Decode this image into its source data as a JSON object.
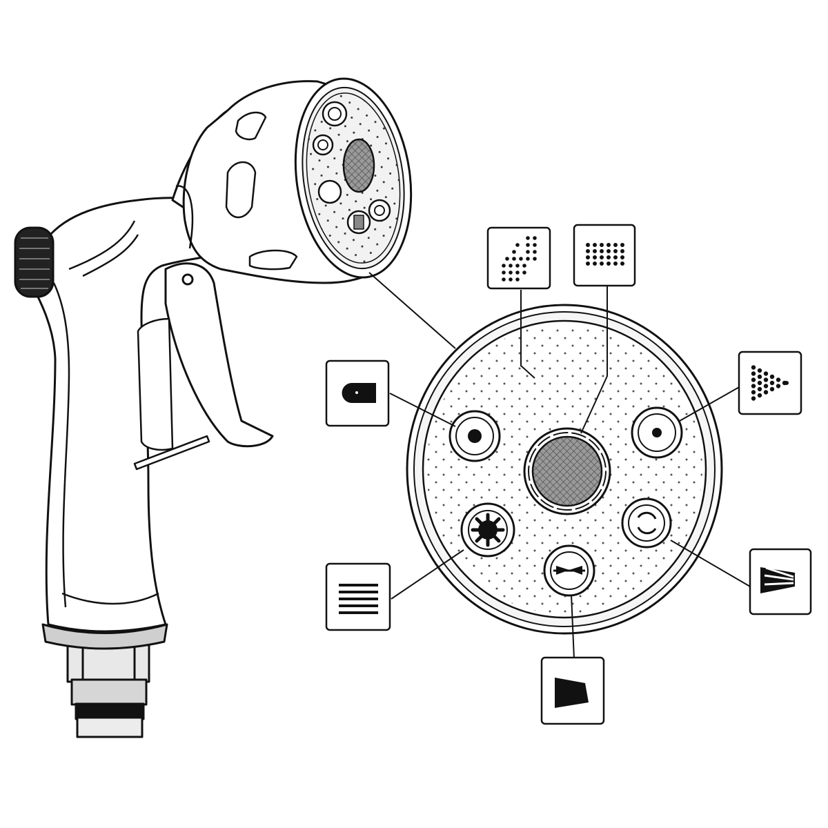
{
  "diagram": {
    "subject": "hose-spray-nozzle",
    "colors": {
      "line": "#111111",
      "fill": "#ffffff",
      "mesh": "#888888",
      "dot": "#333333"
    },
    "patterns": [
      {
        "id": "mist",
        "icon": "mist-pattern-icon"
      },
      {
        "id": "center",
        "icon": "center-dots-pattern-icon"
      },
      {
        "id": "cone",
        "icon": "cone-dots-pattern-icon"
      },
      {
        "id": "jet",
        "icon": "jet-pattern-icon"
      },
      {
        "id": "shower",
        "icon": "shower-lines-pattern-icon"
      },
      {
        "id": "fan",
        "icon": "fan-pattern-icon"
      },
      {
        "id": "flat",
        "icon": "flat-pattern-icon"
      },
      {
        "id": "angular",
        "icon": "angular-pattern-icon"
      }
    ]
  }
}
